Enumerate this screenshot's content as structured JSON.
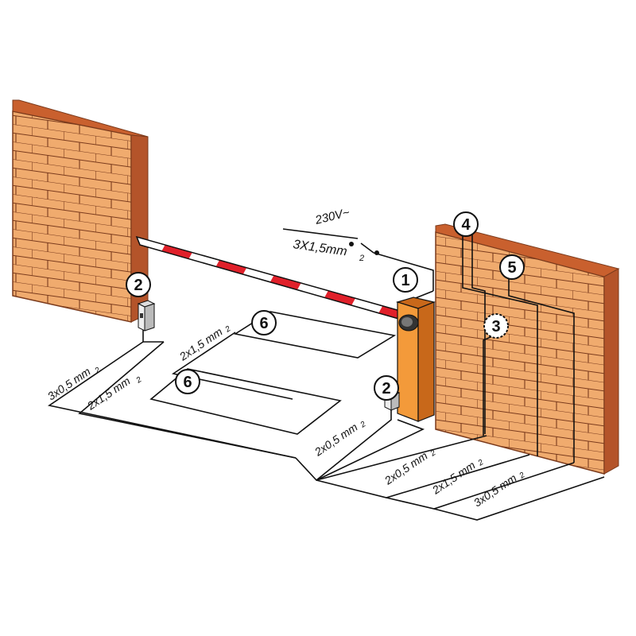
{
  "colors": {
    "brick": "#f0ab6e",
    "brick_dark": "#b4542a",
    "brick_top": "#c9602e",
    "mortar": "#7a3a1c",
    "barrier_body": "#f39a3a",
    "barrier_dark": "#c8681a",
    "boom_stripe": "#e0202a",
    "line": "#111111"
  },
  "icons": [
    "photocell-post-icon",
    "barrier-cabinet-icon",
    "key-selector-icon",
    "flashing-lamp-icon"
  ],
  "callouts": {
    "c1": "1",
    "c2_left": "2",
    "c2_right": "2",
    "c3": "3",
    "c4": "4",
    "c5": "5",
    "c6_top": "6",
    "c6_bottom": "6"
  },
  "cables": {
    "power_voltage": "230V~",
    "power_cable": "3X1,5mm",
    "power_cable_sup": "2",
    "left_3x05": "3x0,5 mm",
    "left_3x05_sup": "2",
    "left_2x15": "2x1,5 mm",
    "left_2x15_sup": "2",
    "loop_2x15": "2x1,5 mm",
    "loop_2x15_sup": "2",
    "mid_2x05": "2x0,5 mm",
    "mid_2x05_sup": "2",
    "right_2x05": "2x0,5 mm",
    "right_2x05_sup": "2",
    "right_2x15": "2x1,5 mm",
    "right_2x15_sup": "2",
    "right_3x05": "3x0,5 mm",
    "right_3x05_sup": "2"
  }
}
